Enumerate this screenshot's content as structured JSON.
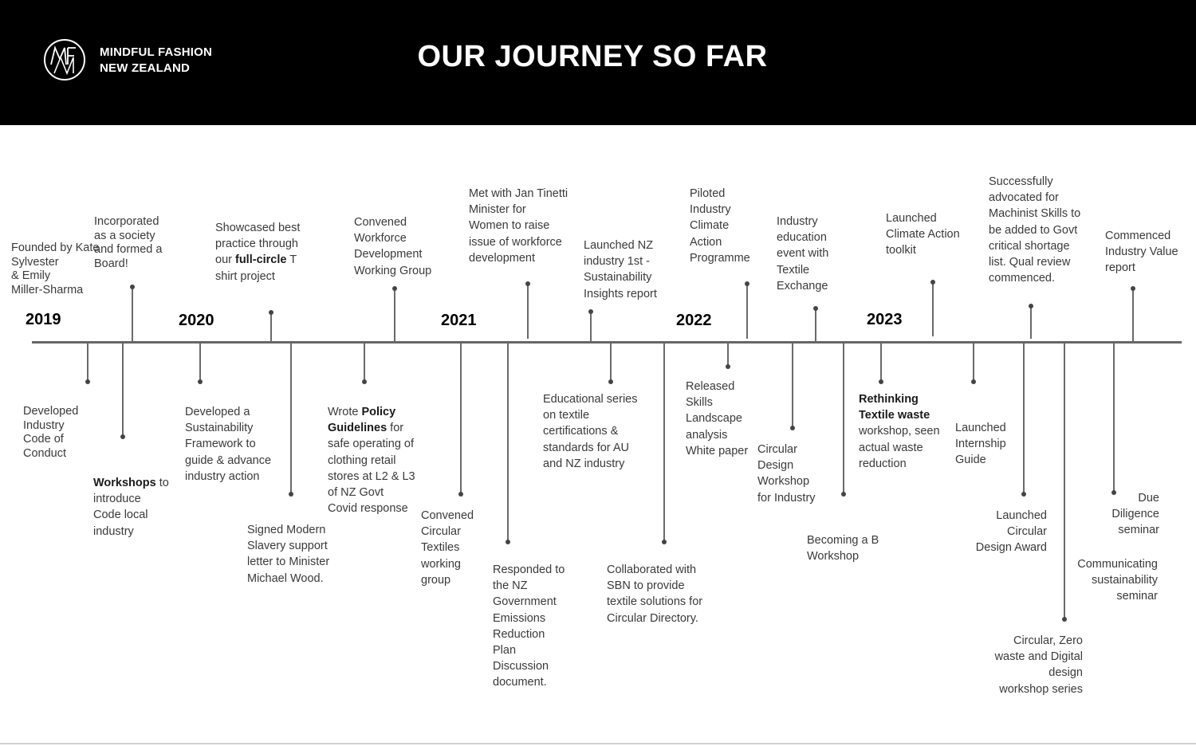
{
  "header": {
    "org_line1": "MINDFUL FASHION",
    "org_line2": "NEW ZEALAND",
    "title": "OUR JOURNEY SO FAR",
    "logo_icon": "mfnz-monogram-circle-icon"
  },
  "years": [
    "2019",
    "2020",
    "2021",
    "2022",
    "2023"
  ],
  "events_above": [
    {
      "lines": [
        "Founded by Kate",
        "Sylvester",
        "& Emily",
        "Miller-Sharma"
      ]
    },
    {
      "lines": [
        "Incorporated",
        "as a society",
        "and formed a",
        "Board!"
      ]
    },
    {
      "pre": "",
      "lines": [
        "Showcased best",
        "practice through",
        "our ",
        "full-circle",
        " T",
        "shirt project"
      ]
    },
    {
      "lines": [
        "Convened",
        "Workforce",
        "Development",
        "Working Group"
      ]
    },
    {
      "lines": [
        "Met with Jan Tinetti",
        "Minister for",
        "Women to raise",
        "issue of workforce",
        "development"
      ]
    },
    {
      "lines": [
        "Launched NZ",
        "industry 1st -",
        "Sustainability",
        "Insights report"
      ]
    },
    {
      "lines": [
        "Piloted",
        "Industry",
        "Climate",
        "Action",
        "Programme"
      ]
    },
    {
      "lines": [
        "Industry",
        "education",
        "event with",
        "Textile",
        "Exchange"
      ]
    },
    {
      "lines": [
        "Launched",
        "Climate Action",
        "toolkit"
      ]
    },
    {
      "lines": [
        "Successfully",
        "advocated for",
        "Machinist Skills to",
        "be added to Govt",
        "critical shortage",
        "list. Qual review",
        "commenced."
      ]
    },
    {
      "lines": [
        "Commenced",
        "Industry Value",
        "report"
      ]
    }
  ],
  "events_below": [
    {
      "lines": [
        "Developed",
        "Industry",
        "Code of",
        "Conduct"
      ]
    },
    {
      "bold": "Workshops",
      "lines": [
        " to",
        "introduce",
        "Code local",
        "industry"
      ]
    },
    {
      "lines": [
        "Developed a",
        "Sustainability",
        "Framework to",
        "guide & advance",
        "industry action"
      ]
    },
    {
      "lines": [
        "Signed Modern",
        "Slavery support",
        "letter to Minister",
        "Michael Wood."
      ]
    },
    {
      "lines": [
        "Wrote ",
        "Policy",
        "Guidelines",
        " for",
        "safe operating of",
        "clothing retail",
        "stores at L2 & L3",
        "of NZ Govt",
        "Covid response"
      ]
    },
    {
      "lines": [
        "Convened",
        "Circular",
        "Textiles",
        "working",
        "group"
      ]
    },
    {
      "lines": [
        "Responded to",
        "the NZ",
        "Government",
        "Emissions",
        "Reduction",
        "Plan",
        "Discussion",
        "document."
      ]
    },
    {
      "lines": [
        "Educational series",
        "on textile",
        "certifications &",
        "standards for AU",
        "and NZ industry"
      ]
    },
    {
      "lines": [
        "Collaborated with",
        "SBN to provide",
        "textile solutions for",
        "Circular Directory."
      ]
    },
    {
      "lines": [
        "Released",
        "Skills",
        "Landscape",
        "analysis",
        "White paper"
      ]
    },
    {
      "lines": [
        "Circular",
        "Design",
        "Workshop",
        "for Industry"
      ]
    },
    {
      "lines": [
        "Becoming a B",
        "Workshop"
      ]
    },
    {
      "lines": [
        "Rethinking",
        "Textile waste",
        "workshop, seen",
        "actual waste",
        "reduction"
      ]
    },
    {
      "lines": [
        "Launched",
        "Internship",
        "Guide"
      ]
    },
    {
      "lines": [
        "Launched",
        "Circular",
        "Design Award"
      ]
    },
    {
      "lines": [
        "Circular, Zero",
        "waste and Digital",
        "design",
        "workshop series"
      ]
    },
    {
      "lines": [
        "Due",
        "Diligence",
        "seminar"
      ]
    },
    {
      "lines": [
        "Communicating",
        "sustainability",
        "seminar"
      ]
    }
  ]
}
